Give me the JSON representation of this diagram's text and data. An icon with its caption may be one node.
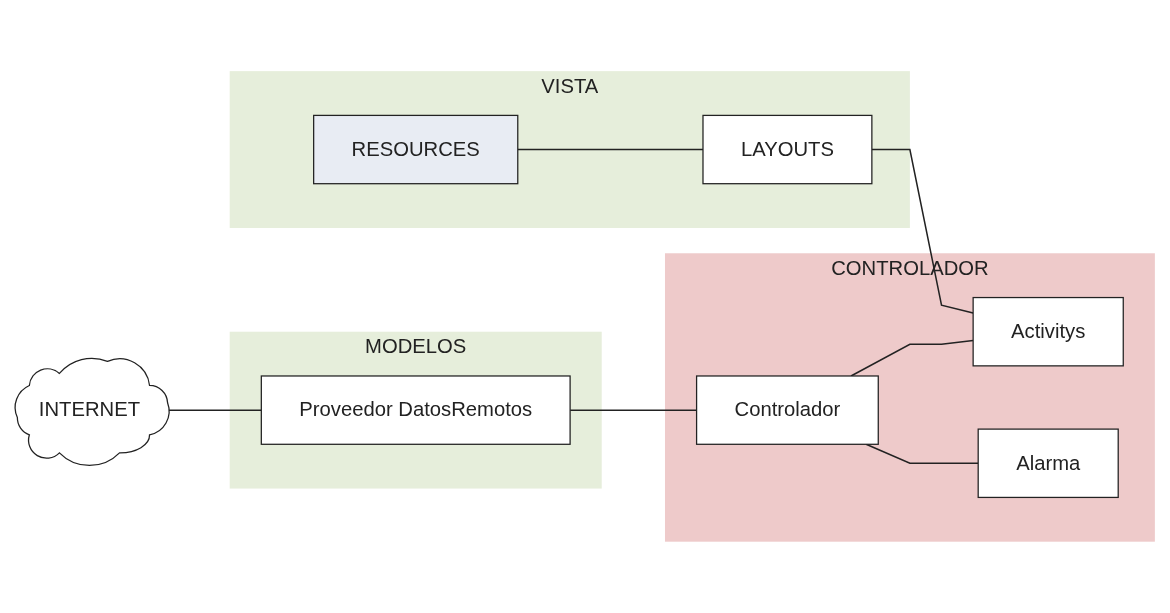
{
  "diagram": {
    "nodes": [
      {
        "text": [
          "INTERNET"
        ]
      },
      {
        "text": [
          "MODELOS"
        ]
      },
      {
        "text": [
          "Proveedor DatosRemotos"
        ],
        "in": 1
      },
      {
        "text": [
          "VISTA"
        ]
      },
      {
        "text": [
          "RESOURCES"
        ],
        "in": 3
      },
      {
        "text": [
          "LAYOUTS"
        ],
        "in": 3
      },
      {
        "text": [
          "CONTROLADOR"
        ]
      },
      {
        "text": [
          "Activitys"
        ],
        "in": 6
      },
      {
        "text": [
          "Controlador"
        ],
        "in": 6
      },
      {
        "text": [
          "Alarma"
        ],
        "in": 6
      }
    ],
    "edges": [
      {
        "from": 0,
        "to": 2,
        "arrow": "none"
      },
      {
        "from": 2,
        "to": 8,
        "arrow": "none"
      },
      {
        "from": 4,
        "to": 5,
        "arrow": "none"
      },
      {
        "from": 5,
        "to": 7,
        "arrow": "none"
      },
      {
        "from": 8,
        "to": 7,
        "arrow": "none"
      },
      {
        "from": 8,
        "to": 9,
        "arrow": "none"
      }
    ]
  }
}
